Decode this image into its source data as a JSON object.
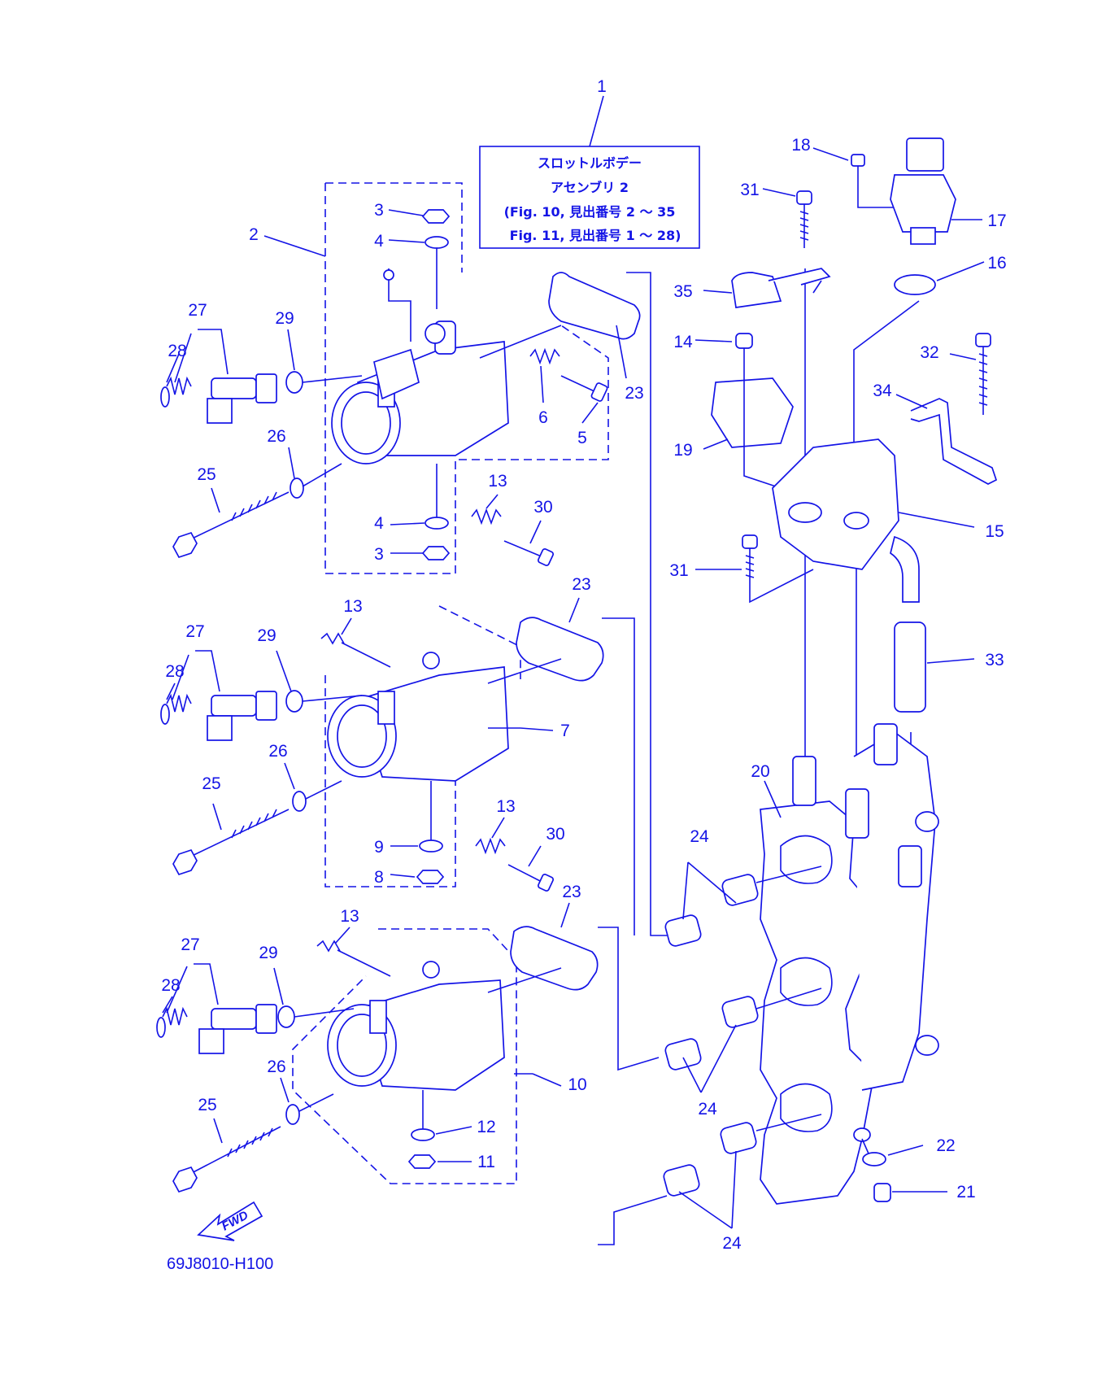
{
  "diagram": {
    "assembly_box": {
      "line1": "スロットルボデー",
      "line2": "アセンブリ 2",
      "line3": "(Fig. 10, 見出番号 2 ～ 35",
      "line4": "Fig. 11, 見出番号 1 ～ 28)"
    },
    "drawing_code": "69J8010-H100",
    "fwd_label": "FWD",
    "callouts": [
      {
        "id": "c1",
        "text": "1"
      },
      {
        "id": "c2",
        "text": "2"
      },
      {
        "id": "c3a",
        "text": "3"
      },
      {
        "id": "c4a",
        "text": "4"
      },
      {
        "id": "c27a",
        "text": "27"
      },
      {
        "id": "c28a",
        "text": "28"
      },
      {
        "id": "c29a",
        "text": "29"
      },
      {
        "id": "c6",
        "text": "6"
      },
      {
        "id": "c5",
        "text": "5"
      },
      {
        "id": "c23a",
        "text": "23"
      },
      {
        "id": "c26a",
        "text": "26"
      },
      {
        "id": "c25a",
        "text": "25"
      },
      {
        "id": "c13a",
        "text": "13"
      },
      {
        "id": "c30a",
        "text": "30"
      },
      {
        "id": "c4b",
        "text": "4"
      },
      {
        "id": "c3b",
        "text": "3"
      },
      {
        "id": "c13b",
        "text": "13"
      },
      {
        "id": "c23b",
        "text": "23"
      },
      {
        "id": "c27b",
        "text": "27"
      },
      {
        "id": "c29b",
        "text": "29"
      },
      {
        "id": "c28b",
        "text": "28"
      },
      {
        "id": "c7",
        "text": "7"
      },
      {
        "id": "c26b",
        "text": "26"
      },
      {
        "id": "c25b",
        "text": "25"
      },
      {
        "id": "c13c",
        "text": "13"
      },
      {
        "id": "c30b",
        "text": "30"
      },
      {
        "id": "c9",
        "text": "9"
      },
      {
        "id": "c8",
        "text": "8"
      },
      {
        "id": "c13d",
        "text": "13"
      },
      {
        "id": "c23c",
        "text": "23"
      },
      {
        "id": "c27c",
        "text": "27"
      },
      {
        "id": "c29c",
        "text": "29"
      },
      {
        "id": "c28c",
        "text": "28"
      },
      {
        "id": "c26c",
        "text": "26"
      },
      {
        "id": "c10",
        "text": "10"
      },
      {
        "id": "c25c",
        "text": "25"
      },
      {
        "id": "c12",
        "text": "12"
      },
      {
        "id": "c11",
        "text": "11"
      },
      {
        "id": "c18",
        "text": "18"
      },
      {
        "id": "c31a",
        "text": "31"
      },
      {
        "id": "c17",
        "text": "17"
      },
      {
        "id": "c16",
        "text": "16"
      },
      {
        "id": "c35",
        "text": "35"
      },
      {
        "id": "c14",
        "text": "14"
      },
      {
        "id": "c32",
        "text": "32"
      },
      {
        "id": "c34",
        "text": "34"
      },
      {
        "id": "c19",
        "text": "19"
      },
      {
        "id": "c15",
        "text": "15"
      },
      {
        "id": "c31b",
        "text": "31"
      },
      {
        "id": "c33",
        "text": "33"
      },
      {
        "id": "c20",
        "text": "20"
      },
      {
        "id": "c24a",
        "text": "24"
      },
      {
        "id": "c24b",
        "text": "24"
      },
      {
        "id": "c22",
        "text": "22"
      },
      {
        "id": "c21",
        "text": "21"
      },
      {
        "id": "c24c",
        "text": "24"
      }
    ]
  }
}
